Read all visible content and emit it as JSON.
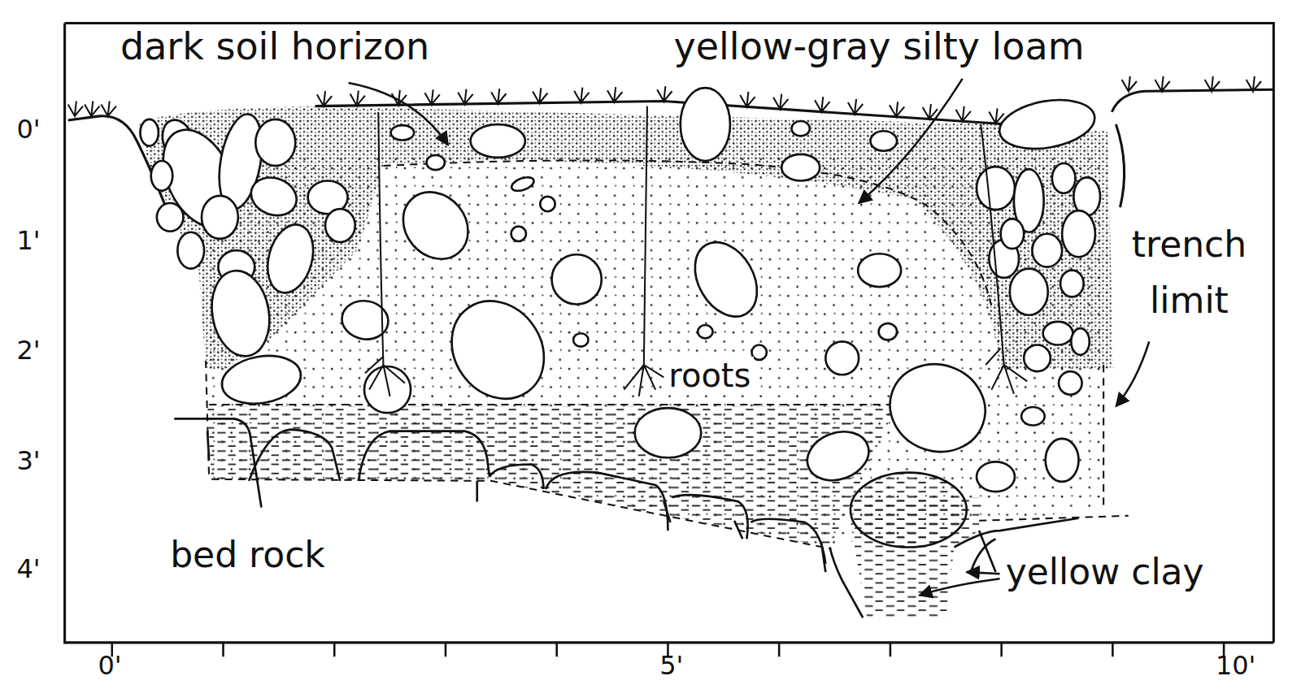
{
  "diagram": {
    "labels": [
      "dark soil horizon",
      "yellow-gray silty loam",
      "trench limit",
      "roots",
      "bed rock",
      "yellow clay",
      "0'",
      "1'",
      "2'",
      "3'",
      "4'",
      "0'",
      "5'",
      "10'"
    ]
  }
}
